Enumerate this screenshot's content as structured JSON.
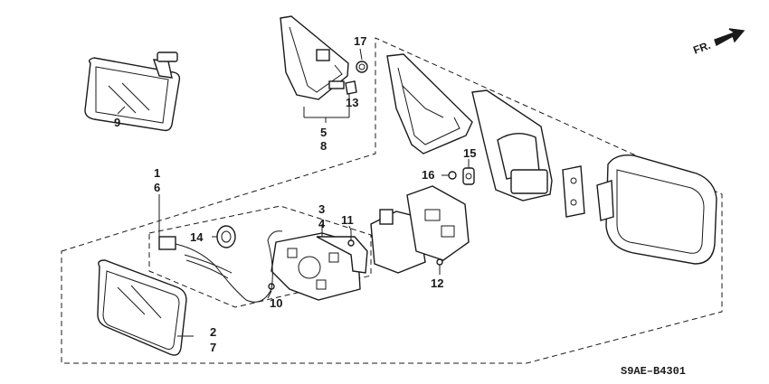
{
  "diagram": {
    "code": "S9AE–B4301",
    "front_label": "FR.",
    "callouts": [
      {
        "id": "c1",
        "text": "1"
      },
      {
        "id": "c6",
        "text": "6"
      },
      {
        "id": "c2",
        "text": "2"
      },
      {
        "id": "c7",
        "text": "7"
      },
      {
        "id": "c3",
        "text": "3"
      },
      {
        "id": "c4",
        "text": "4"
      },
      {
        "id": "c5",
        "text": "5"
      },
      {
        "id": "c8",
        "text": "8"
      },
      {
        "id": "c9",
        "text": "9"
      },
      {
        "id": "c10",
        "text": "10"
      },
      {
        "id": "c11",
        "text": "11"
      },
      {
        "id": "c12",
        "text": "12"
      },
      {
        "id": "c13",
        "text": "13"
      },
      {
        "id": "c14",
        "text": "14"
      },
      {
        "id": "c15",
        "text": "15"
      },
      {
        "id": "c16",
        "text": "16"
      },
      {
        "id": "c17",
        "text": "17"
      }
    ]
  }
}
